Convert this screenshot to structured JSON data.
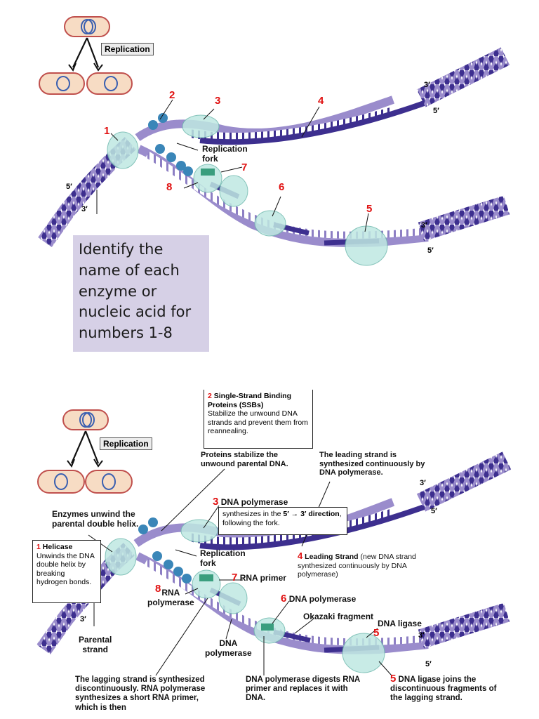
{
  "top_panel": {
    "replication_label": "Replication",
    "numbers": [
      "1",
      "2",
      "3",
      "4",
      "5",
      "6",
      "7",
      "8"
    ],
    "fork_label": "Replication\nfork",
    "prompt": "Identify the name of each enzyme or nucleic acid for numbers 1-8",
    "primes": {
      "a": "3′",
      "b": "5′",
      "c": "5′",
      "d": "3′",
      "e": "3′",
      "f": "5′"
    }
  },
  "bottom_panel": {
    "replication_label": "Replication",
    "ssb_box": {
      "num": "2",
      "title": "Single-Strand Binding Proteins (SSBs)",
      "body": "Stabilize the unwound DNA strands and prevent them from reannealing."
    },
    "proteins_stabilize": "Proteins stabilize the unwound parental DNA.",
    "leading_strand_note": "The leading strand is synthesized continuously by DNA polymerase.",
    "num3": "3",
    "dna_polymerase_3": "DNA polymerase",
    "direction_box": {
      "pre": "synthesizes in the ",
      "bold1": "5′ → 3′",
      "mid": "",
      "bold2": "direction",
      "post": ", following the fork."
    },
    "enzymes_unwind": "Enzymes unwind the parental double helix.",
    "helicase_box": {
      "num": "1",
      "title": "Helicase",
      "body": "Unwinds the DNA double helix by breaking hydrogen bonds."
    },
    "fork_label": "Replication\nfork",
    "leading_strand_label": {
      "num": "4",
      "title": "Leading Strand",
      "body": "(new DNA strand synthesized continuously by DNA polymerase)"
    },
    "rna_primer": {
      "num": "7",
      "text": "RNA primer"
    },
    "rna_polymerase": {
      "num": "8",
      "text": "RNA\npolymerase"
    },
    "dna_polymerase_6": {
      "num": "6",
      "text": "DNA polymerase"
    },
    "okazaki": "Okazaki fragment",
    "dna_ligase_top": {
      "num": "5",
      "text": "DNA ligase"
    },
    "parental_strand": "Parental\nstrand",
    "dna_polymerase_mid": "DNA\npolymerase",
    "lagging_note": "The lagging strand is synthesized discontinuously. RNA polymerase synthesizes a short RNA primer, which is then",
    "digests_note": "DNA polymerase digests RNA primer and replaces it with DNA.",
    "ligase_note": {
      "num": "5",
      "text": "DNA ligase joins the discontinuous fragments of the lagging strand."
    },
    "primes": {
      "a": "3′",
      "b": "5′",
      "c": "3′",
      "d": "5′",
      "e": "3′"
    }
  },
  "colors": {
    "dark_strand": "#3d2f8f",
    "light_strand": "#9a8ccc",
    "protein": "#bfe8e2",
    "ssb": "#3a86b8",
    "primer": "#3a9e7e",
    "cell": "#f7dcc4",
    "number": "#e01010",
    "prompt_bg": "#d6d0e6"
  }
}
